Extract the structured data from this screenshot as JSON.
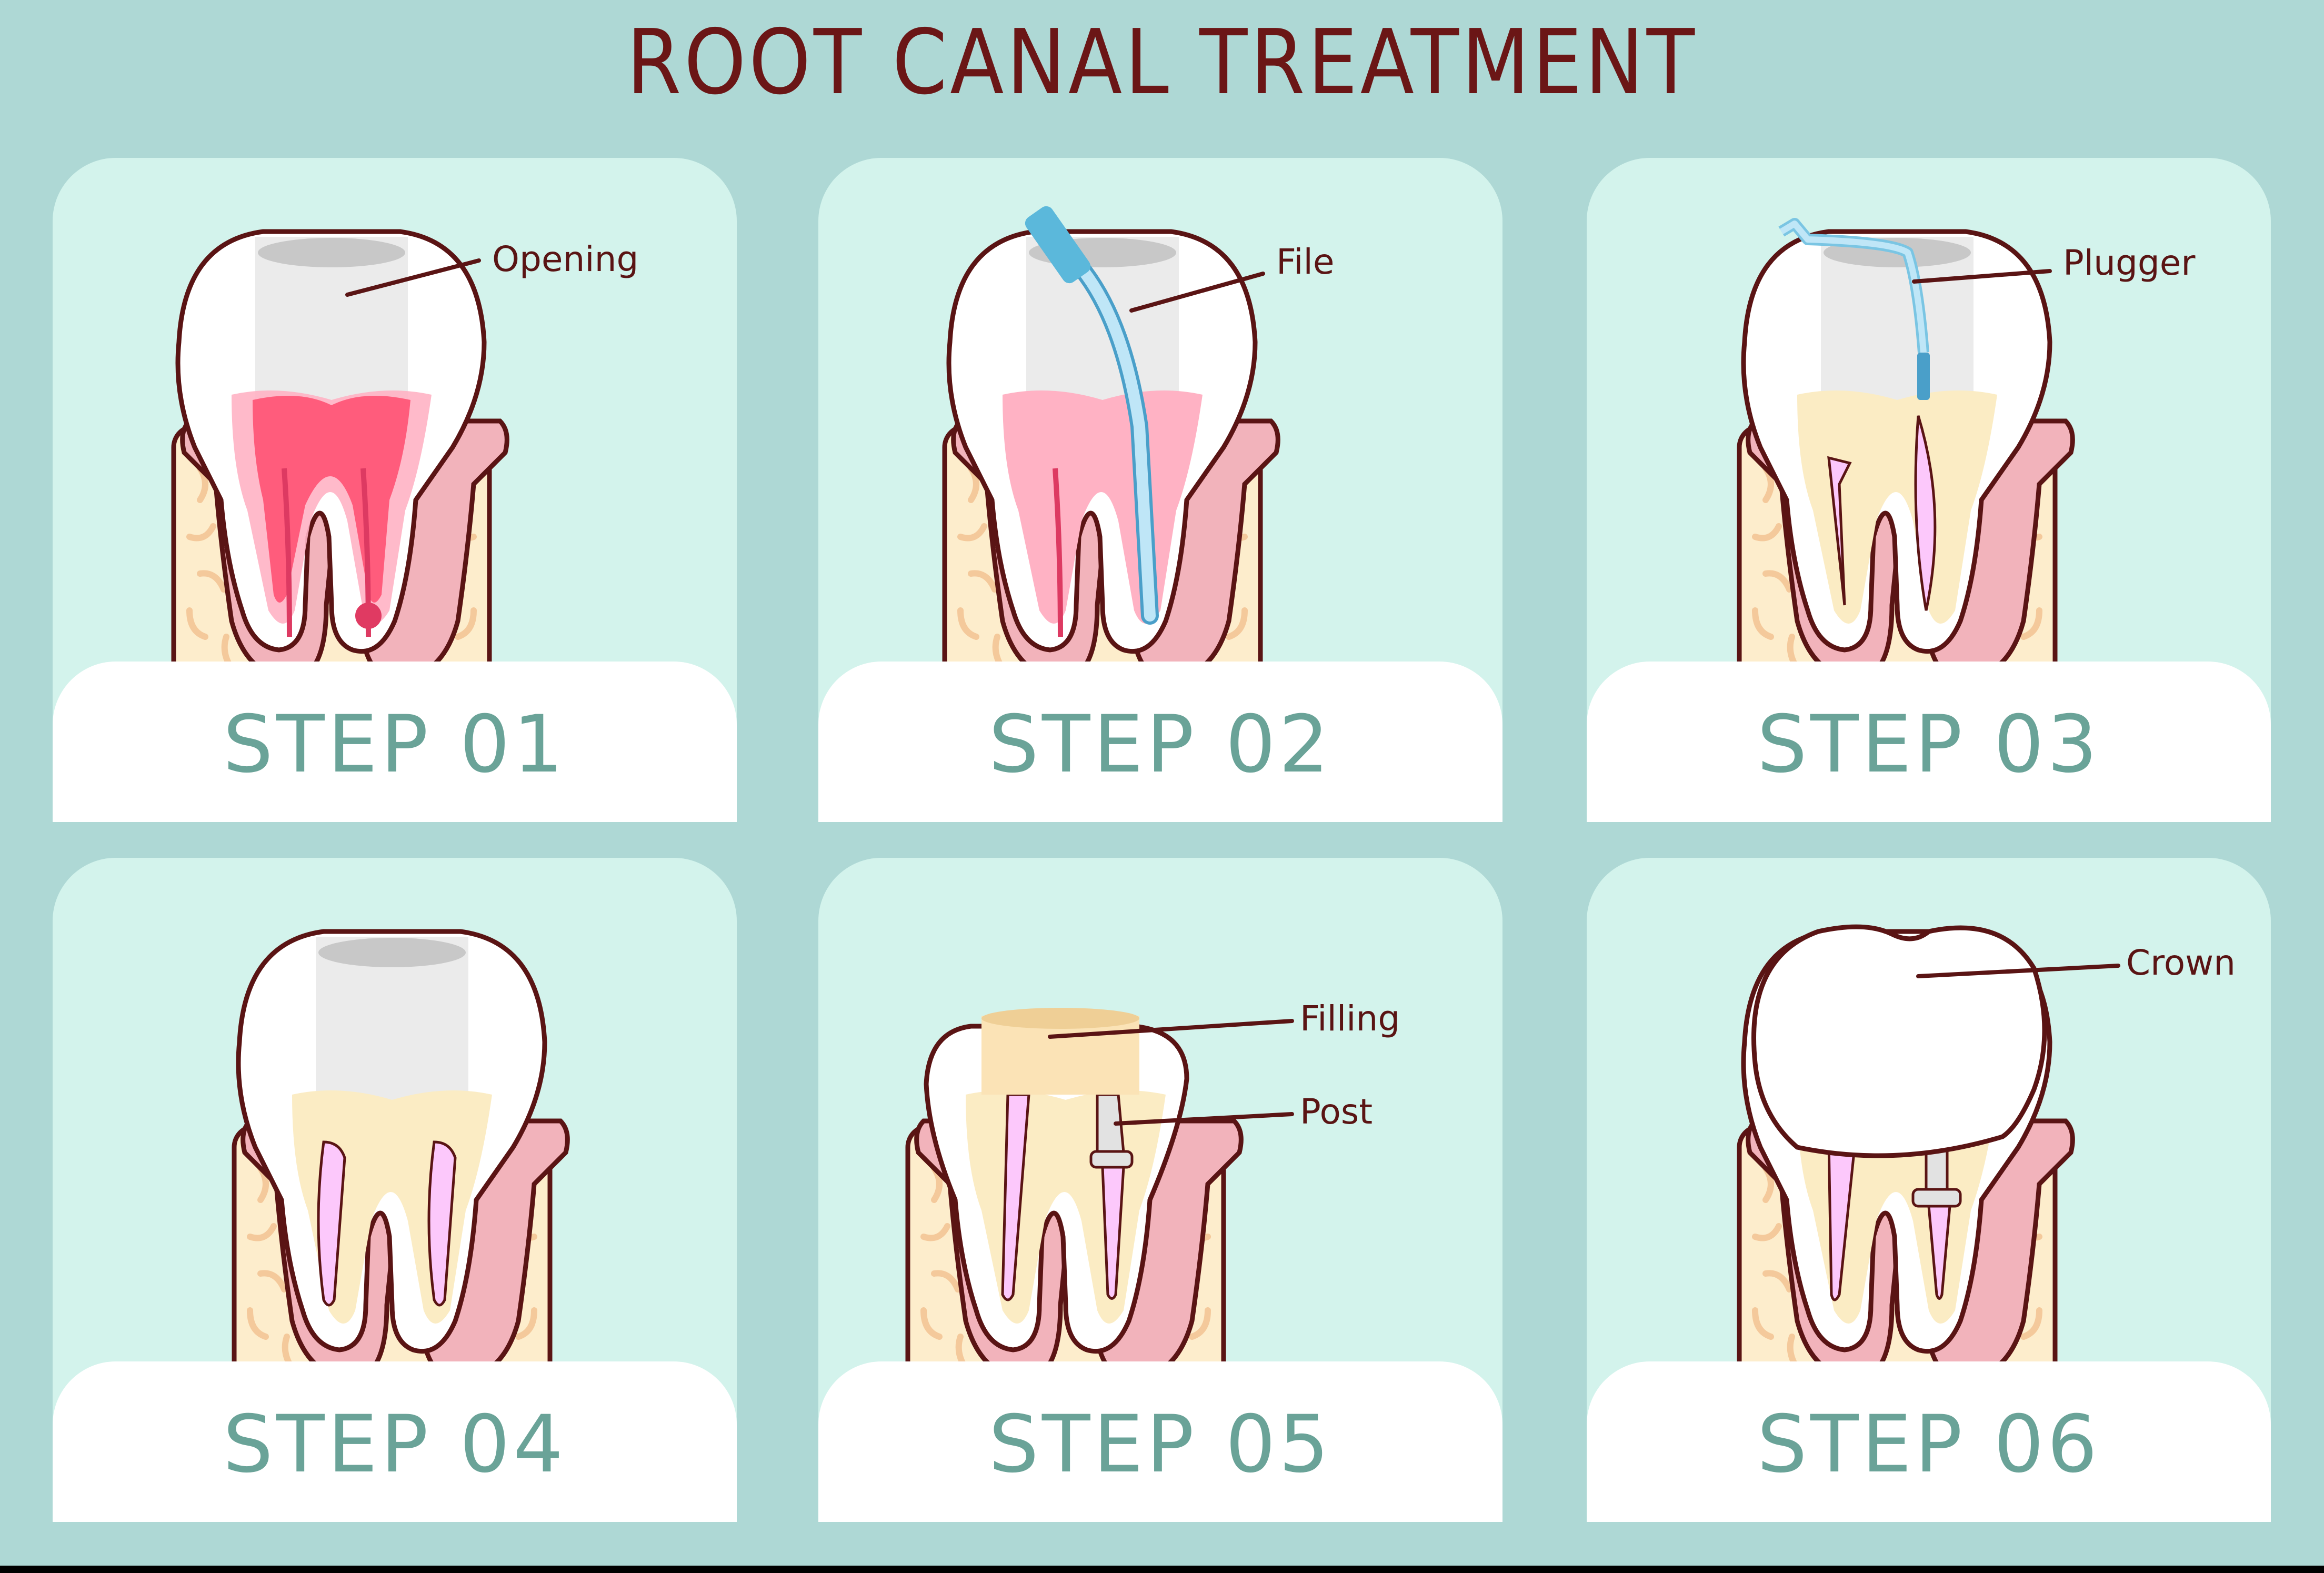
{
  "title": "ROOT CANAL TREATMENT",
  "colors": {
    "background": "#aed8d5",
    "card": "#d3f3ec",
    "title": "#6b1616",
    "step_label": "#6aa398",
    "outline": "#5a1414",
    "pulp_infected": "#ff5c7c",
    "gum": "#f2b3bb",
    "bone": "#fdedcc",
    "tool_blue": "#5bb8db",
    "filling": "#fbe3b6",
    "canal_fill": "#fcc8fb",
    "post_gray": "#e2e2e2"
  },
  "steps": [
    {
      "label": "STEP 01",
      "annotations": [
        "Opening"
      ]
    },
    {
      "label": "STEP 02",
      "annotations": [
        "File"
      ]
    },
    {
      "label": "STEP 03",
      "annotations": [
        "Plugger"
      ]
    },
    {
      "label": "STEP 04",
      "annotations": []
    },
    {
      "label": "STEP 05",
      "annotations": [
        "Filling",
        "Post"
      ]
    },
    {
      "label": "STEP 06",
      "annotations": [
        "Crown"
      ]
    }
  ]
}
